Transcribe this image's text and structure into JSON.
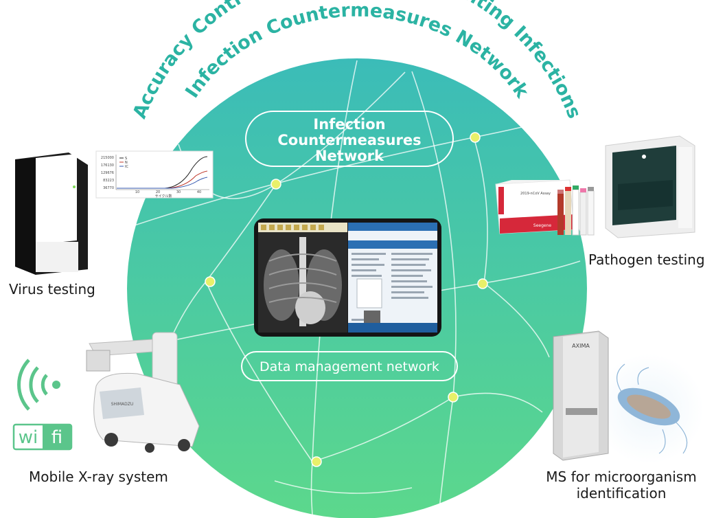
{
  "arc_title": {
    "line1": "Accuracy Controls for Testing / Preventing Infections",
    "line2": "Infection Countermeasures Network"
  },
  "network_pill": {
    "line1": "Infection",
    "line2": "Countermeasures",
    "line3": "Network"
  },
  "data_pill": {
    "label": "Data management network"
  },
  "labels": {
    "virus": "Virus testing",
    "pathogen": "Pathogen testing",
    "xray": "Mobile X-ray system",
    "ms_line1": "MS for microorganism",
    "ms_line2": "identification"
  },
  "wifi": {
    "left": "wi",
    "right": "fi"
  },
  "pcr_chart": {
    "y_ticks": [
      "215000",
      "176130",
      "129676",
      "83223",
      "36770"
    ],
    "x_ticks": [
      "10",
      "20",
      "30",
      "40"
    ],
    "legend": [
      "S",
      "N",
      "IC"
    ],
    "axis_label": "サイクル数"
  },
  "pathogen_box": {
    "brand": "Seegene",
    "product": "2019-nCoV Assay"
  },
  "ms_device": {
    "brand": "AXIMA"
  },
  "xray_device": {
    "brand": "SHIMADZU"
  },
  "colors": {
    "circle_top": "#3bbcb8",
    "circle_bottom": "#5cd88c",
    "title_teal": "#2bb3a3",
    "node": "#e8f06a"
  }
}
